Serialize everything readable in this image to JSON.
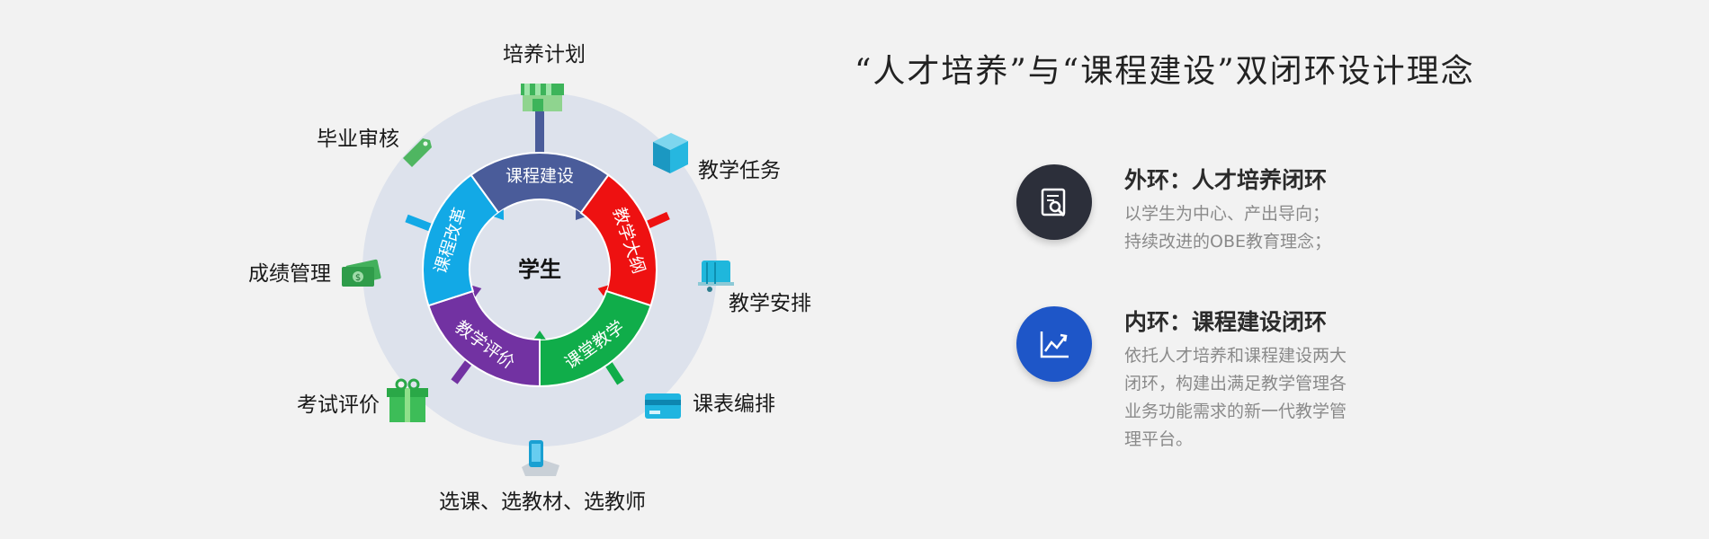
{
  "title": "“人才培养”与“课程建设”双闭环设计理念",
  "diagram": {
    "center": "学生",
    "inner_ring": [
      {
        "label": "课程建设",
        "color": "#4a5c9a"
      },
      {
        "label": "教学大纲",
        "color": "#ee1111"
      },
      {
        "label": "课堂教学",
        "color": "#10ad4a"
      },
      {
        "label": "教学评价",
        "color": "#7232a2"
      },
      {
        "label": "课程改革",
        "color": "#12a9e6"
      }
    ],
    "outer_items": [
      {
        "label": "培养计划",
        "icon": "store-icon"
      },
      {
        "label": "教学任务",
        "icon": "package-icon"
      },
      {
        "label": "教学安排",
        "icon": "notebook-icon"
      },
      {
        "label": "课表编排",
        "icon": "credit-card-icon"
      },
      {
        "label": "选课、选教材、选教师",
        "icon": "phone-hand-icon"
      },
      {
        "label": "考试评价",
        "icon": "gift-icon"
      },
      {
        "label": "成绩管理",
        "icon": "money-icon"
      },
      {
        "label": "毕业审核",
        "icon": "tag-icon"
      }
    ]
  },
  "cards": [
    {
      "heading": "外环：人才培养闭环",
      "lines": [
        "以学生为中心、产出导向；",
        "持续改进的OBE教育理念；"
      ],
      "icon": "document-search-icon",
      "color": "#2c2f3a"
    },
    {
      "heading": "内环：课程建设闭环",
      "lines": [
        "依托人才培养和课程建设两大",
        "闭环，构建出满足教学管理各",
        "业务功能需求的新一代教学管",
        "理平台。"
      ],
      "icon": "chart-line-icon",
      "color": "#1e56c8"
    }
  ]
}
